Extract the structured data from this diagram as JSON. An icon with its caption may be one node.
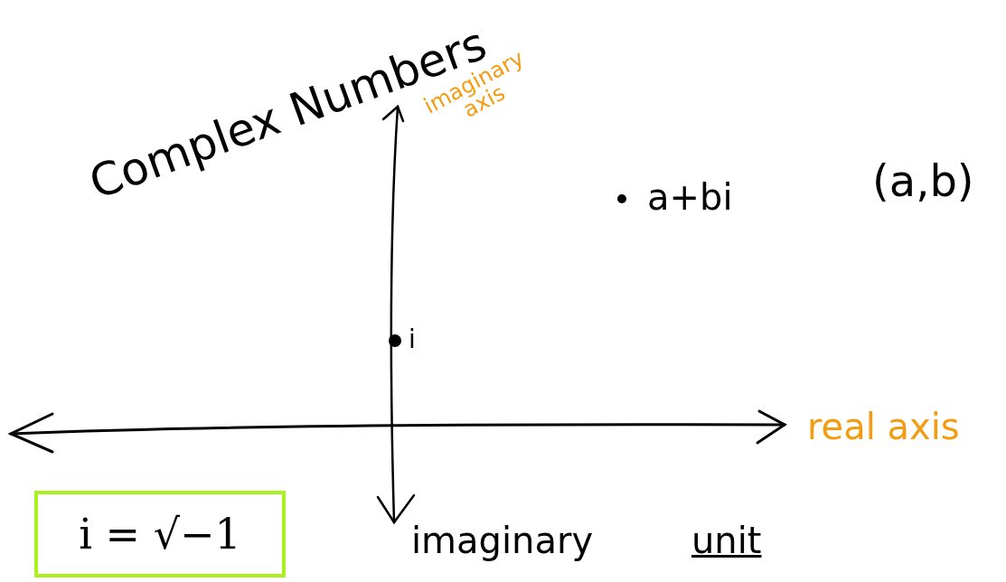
{
  "diagram": {
    "title": "Complex Numbers",
    "nodes": [
      {
        "text": [
          "i = √−1"
        ]
      }
    ],
    "labels": [
      "imaginary axis",
      "a+bi",
      "(a,b)",
      "i",
      "real axis",
      "imaginary",
      "unit"
    ]
  }
}
